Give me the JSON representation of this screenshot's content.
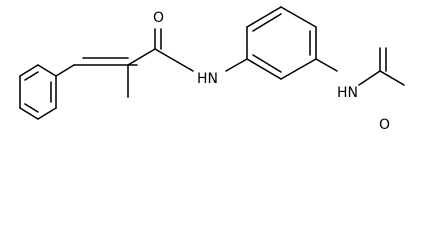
{
  "molecule": {
    "atoms": {
      "carbonyl_oxygen_1": "O",
      "amide_nitrogen_1": "HN",
      "amide_nitrogen_2": "HN",
      "carbonyl_oxygen_2": "O"
    },
    "colors": {
      "bond": "#000000",
      "label": "#000000",
      "background": "#ffffff"
    }
  }
}
